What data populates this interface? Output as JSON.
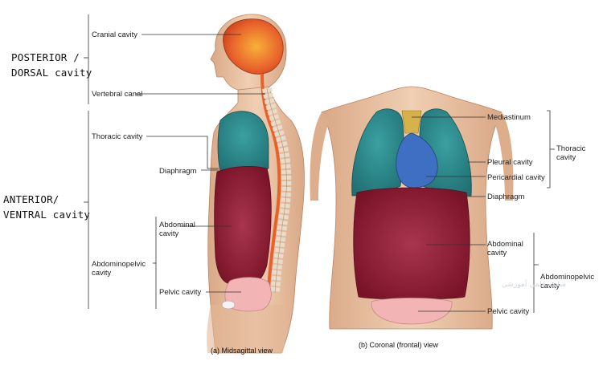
{
  "group_labels": {
    "posterior_line1": "POSTERIOR /",
    "posterior_line2": "DORSAL cavity",
    "anterior_line1": "ANTERIOR/",
    "anterior_line2": "VENTRAL cavity"
  },
  "midsagittal": {
    "caption_letter": "(a)",
    "caption_text": "Midsagittal view",
    "labels": {
      "cranial": "Cranial cavity",
      "vertebral": "Vertebral canal",
      "thoracic": "Thoracic cavity",
      "diaphragm": "Diaphragm",
      "abdominal_1": "Abdominal",
      "abdominal_2": "cavity",
      "abdominopelvic_1": "Abdominopelvic",
      "abdominopelvic_2": "cavity",
      "pelvic": "Pelvic cavity"
    }
  },
  "coronal": {
    "caption_letter": "(b)",
    "caption_text": "Coronal (frontal) view",
    "labels": {
      "mediastinum": "Mediastinum",
      "pleural": "Pleural cavity",
      "pericardial": "Pericardial cavity",
      "diaphragm": "Diaphragm",
      "thoracic_1": "Thoracic",
      "thoracic_2": "cavity",
      "abdominal_1": "Abdominal",
      "abdominal_2": "cavity",
      "abdominopelvic_1": "Abdominopelvic",
      "abdominopelvic_2": "cavity",
      "pelvic": "Pelvic cavity"
    }
  },
  "watermark": "سایت علمی آموزشی",
  "colors": {
    "skin": "#e7c3a5",
    "cranial": "#e8612b",
    "thoracic": "#2d8a8c",
    "abdominal": "#8e1a33",
    "pelvic": "#f2b4b4",
    "pericardial": "#3f6fc2",
    "mediastinum": "#d6b24a"
  }
}
